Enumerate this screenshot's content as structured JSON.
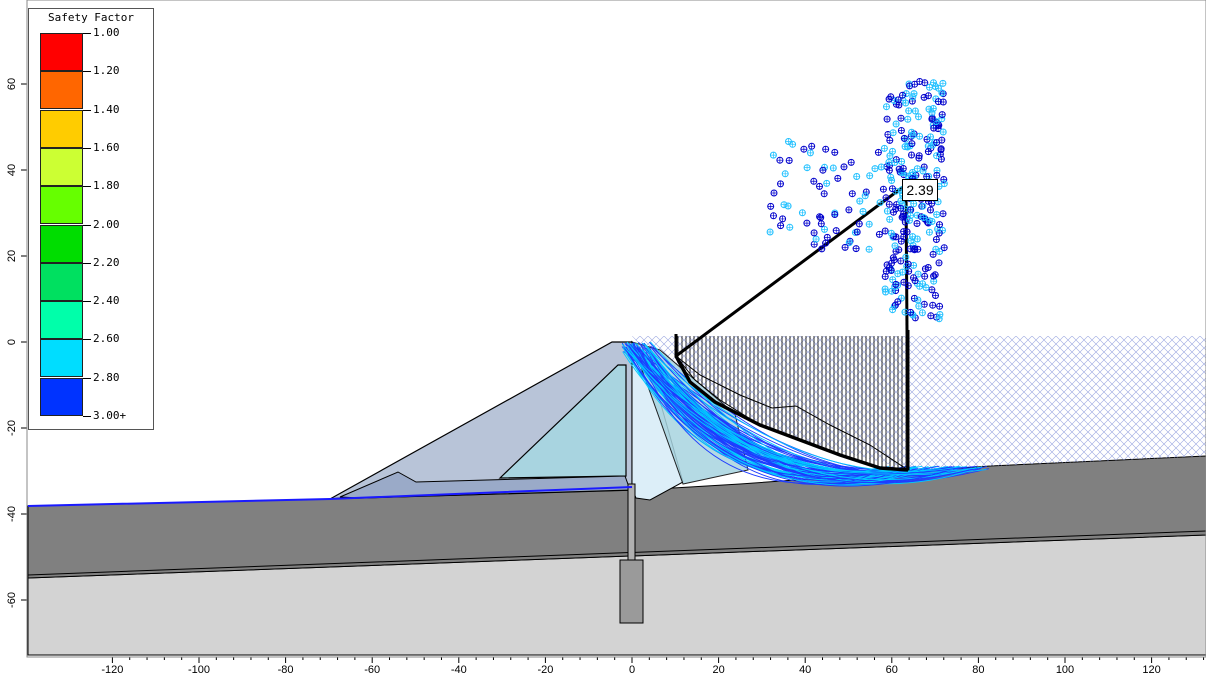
{
  "legend": {
    "title": "Safety Factor",
    "entries": [
      {
        "label": "1.00",
        "color": "#ff0000"
      },
      {
        "label": "1.20",
        "color": "#ff6600"
      },
      {
        "label": "1.40",
        "color": "#ffcc00"
      },
      {
        "label": "1.60",
        "color": "#ccff33"
      },
      {
        "label": "1.80",
        "color": "#66ff00"
      },
      {
        "label": "2.00",
        "color": "#00dd00"
      },
      {
        "label": "2.20",
        "color": "#00e060"
      },
      {
        "label": "2.40",
        "color": "#00ffaa"
      },
      {
        "label": "2.60",
        "color": "#00ddff"
      },
      {
        "label": "2.80",
        "color": "#0033ff"
      },
      {
        "label": "3.00+",
        "color": null
      }
    ]
  },
  "axes": {
    "x_ticks": [
      "-120",
      "-100",
      "-80",
      "-60",
      "-40",
      "-20",
      "0",
      "20",
      "40",
      "60",
      "80",
      "100",
      "120"
    ],
    "y_ticks": [
      "60",
      "40",
      "20",
      "0",
      "-20",
      "-40",
      "-60"
    ]
  },
  "critical_slip": {
    "safety_factor": "2.39"
  },
  "colors": {
    "embankment_outer": "#b8c4d8",
    "embankment_core": "#a8d4e0",
    "filter": "#dceef8",
    "foundation_upper": "#808080",
    "foundation_lower": "#d3d3d3",
    "slip_lines": "#1e3cff",
    "slip_lines_light": "#00c8ff",
    "water_line": "#1a1aff",
    "grid_centers": "#0000cc"
  }
}
